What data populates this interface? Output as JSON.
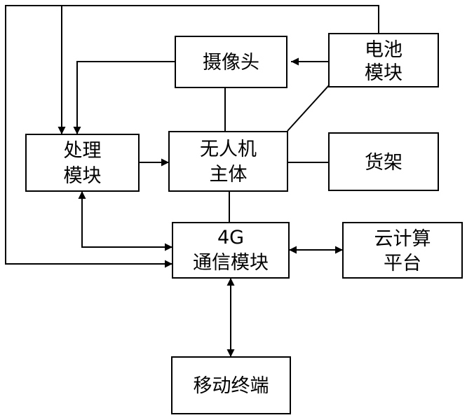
{
  "diagram": {
    "nodes": {
      "camera": {
        "line1": "摄像头"
      },
      "battery": {
        "line1": "电池",
        "line2": "模块"
      },
      "processing": {
        "line1": "处理",
        "line2": "模块"
      },
      "drone_body": {
        "line1": "无人机",
        "line2": "主体"
      },
      "shelf": {
        "line1": "货架"
      },
      "comm_4g": {
        "line1": "4G",
        "line2": "通信模块"
      },
      "cloud": {
        "line1": "云计算",
        "line2": "平台"
      },
      "mobile": {
        "line1": "移动终端"
      }
    },
    "edges": [
      {
        "from": "battery",
        "to": "camera",
        "arrow": "to"
      },
      {
        "from": "battery",
        "to": "processing",
        "arrow": "to"
      },
      {
        "from": "battery",
        "to": "comm_4g",
        "arrow": "to"
      },
      {
        "from": "battery",
        "to": "drone_body",
        "arrow": "none"
      },
      {
        "from": "camera",
        "to": "processing",
        "arrow": "to"
      },
      {
        "from": "camera",
        "to": "drone_body",
        "arrow": "none"
      },
      {
        "from": "processing",
        "to": "drone_body",
        "arrow": "to"
      },
      {
        "from": "processing",
        "to": "comm_4g",
        "arrow": "both"
      },
      {
        "from": "drone_body",
        "to": "shelf",
        "arrow": "none"
      },
      {
        "from": "drone_body",
        "to": "comm_4g",
        "arrow": "none"
      },
      {
        "from": "comm_4g",
        "to": "cloud",
        "arrow": "both"
      },
      {
        "from": "comm_4g",
        "to": "mobile",
        "arrow": "both"
      }
    ]
  }
}
